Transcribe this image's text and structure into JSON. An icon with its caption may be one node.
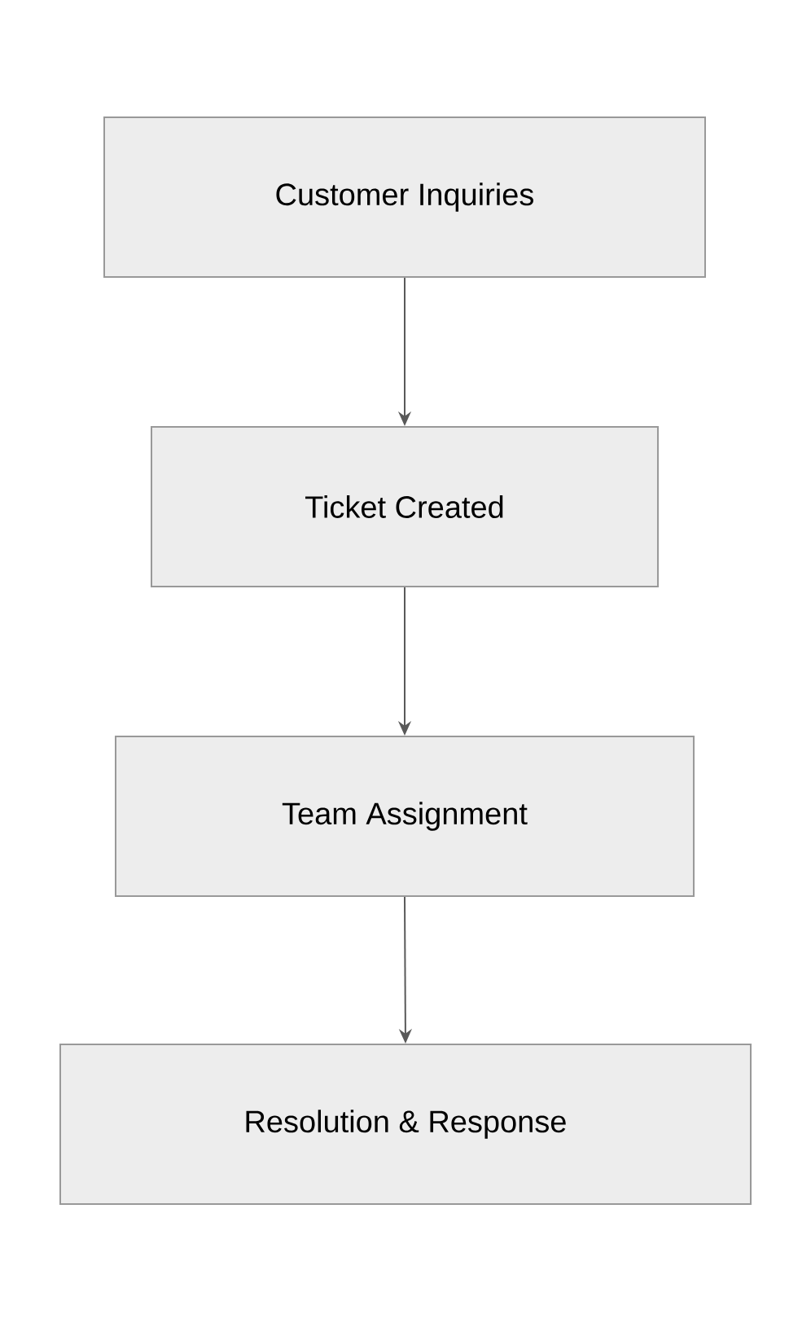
{
  "diagram": {
    "nodes": [
      {
        "text": [
          "Customer Inquiries"
        ]
      },
      {
        "text": [
          "Ticket Created"
        ]
      },
      {
        "text": [
          "Team Assignment"
        ]
      },
      {
        "text": [
          "Resolution & Response"
        ]
      }
    ],
    "edges": [
      {
        "from": 0,
        "to": 1,
        "arrow": "to"
      },
      {
        "from": 1,
        "to": 2,
        "arrow": "to"
      },
      {
        "from": 2,
        "to": 3,
        "arrow": "to"
      }
    ]
  }
}
